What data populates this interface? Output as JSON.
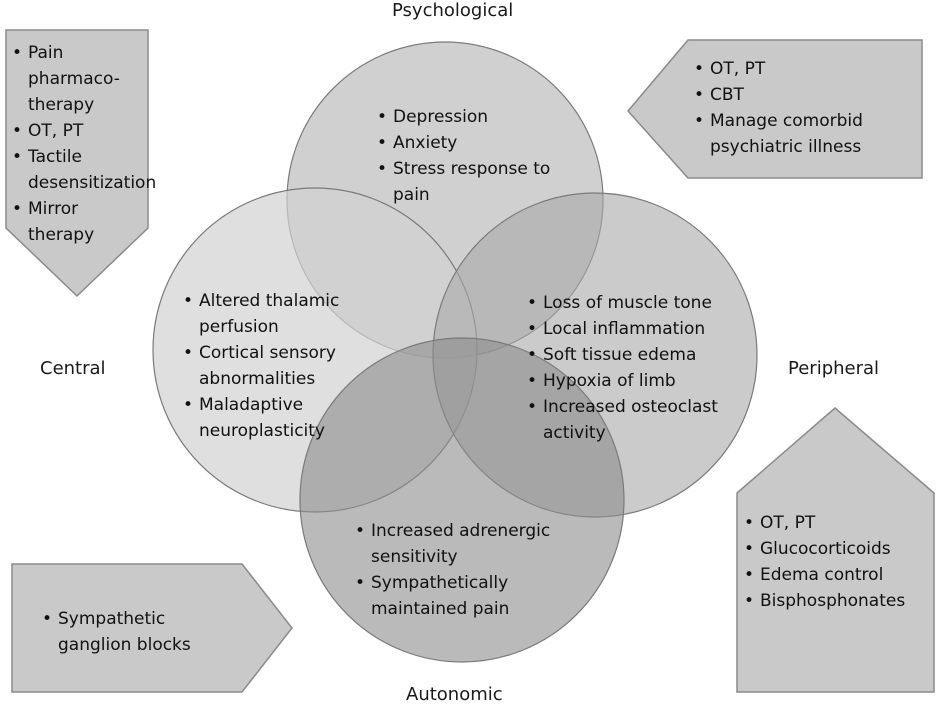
{
  "labels": {
    "psychological": "Psychological",
    "central": "Central",
    "peripheral": "Peripheral",
    "autonomic": "Autonomic"
  },
  "circles": {
    "psychological": [
      "Depression",
      "Anxiety",
      "Stress response to pain"
    ],
    "central": [
      "Altered thalamic perfusion",
      "Cortical sensory abnormalities",
      "Maladaptive neuroplasticity"
    ],
    "peripheral": [
      "Loss of muscle tone",
      "Local inflammation",
      "Soft tissue edema",
      "Hypoxia of limb",
      "Increased osteoclast activity"
    ],
    "autonomic": [
      "Increased adrenergic sensitivity",
      "Sympathetically maintained pain"
    ]
  },
  "boxes": {
    "top_left": [
      "Pain pharmaco-therapy",
      "OT, PT",
      "Tactile desensitization",
      "Mirror therapy"
    ],
    "top_right": [
      "OT, PT",
      "CBT",
      "Manage comorbid psychiatric illness"
    ],
    "bottom_left": [
      "Sympathetic ganglion blocks"
    ],
    "bottom_right": [
      "OT, PT",
      "Glucocorticoids",
      "Edema control",
      "Bisphosphonates"
    ]
  },
  "colors": {
    "box_fill": "#c9c9c9",
    "box_stroke": "#8a8a8a",
    "psychological_circle": "#c4c4c4",
    "central_circle": "#d2d2d2",
    "peripheral_circle": "#a9a9a9",
    "autonomic_circle": "#8c8c8c",
    "circle_stroke": "#7a7a7a"
  }
}
